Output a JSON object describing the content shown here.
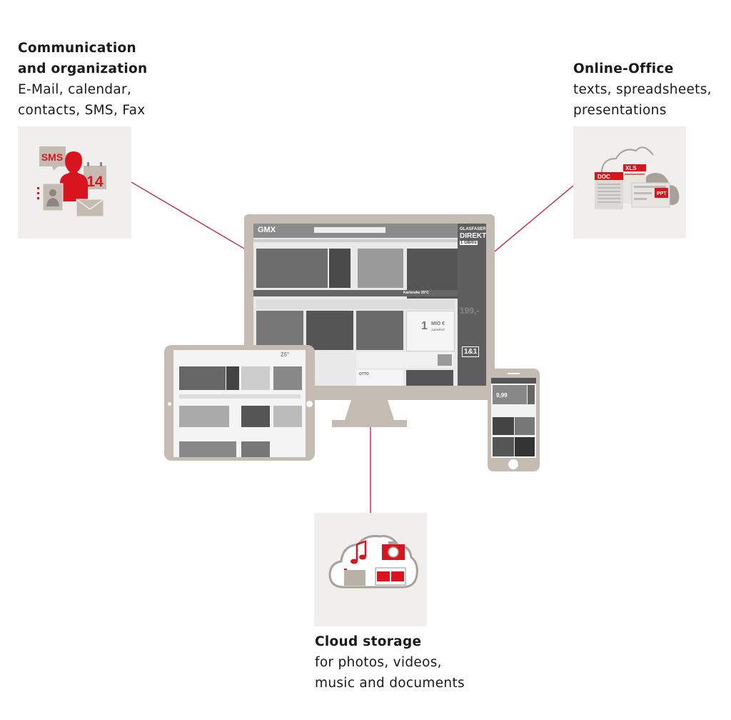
{
  "colors": {
    "accent": "#d8141f",
    "device_frame": "#c4bcb2",
    "tile_bg": "#f0efed",
    "connector": "#c8102e"
  },
  "communication": {
    "title_line1": "Communication",
    "title_line2": "and organization",
    "desc_line1": "E-Mail, calendar,",
    "desc_line2": "contacts, SMS, Fax",
    "icon": {
      "sms": "SMS",
      "calendar_day": "14"
    }
  },
  "office": {
    "title": "Online-Office",
    "desc_line1": "texts, spreadsheets,",
    "desc_line2": "presentations",
    "icon": {
      "doc": "DOC",
      "xls": "XLS",
      "ppt": "PPT"
    }
  },
  "cloud": {
    "title": "Cloud storage",
    "desc_line1": "for photos, videos,",
    "desc_line2": "music and documents"
  },
  "monitor": {
    "logo": "GMX",
    "ad_line1": "GLASFASER",
    "ad_line2": "DIREKT",
    "ad_speed": "1 GBit/s",
    "ad_price": "199,-",
    "ad_brand": "1&1",
    "lotto_prize": "1",
    "lotto_unit": "MIO €",
    "lotto_jackpot": "JACKPOT",
    "weather": "Karlsruhe 25°C",
    "otto": "OTTO",
    "brand_tile": "1&1"
  },
  "tablet": {
    "weather": "25°"
  },
  "phone": {
    "price": "9,99"
  }
}
